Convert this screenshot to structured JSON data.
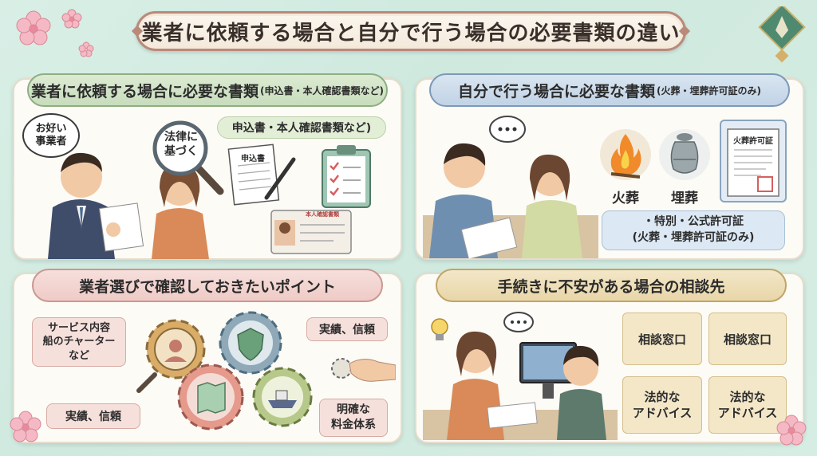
{
  "title": "業者に依頼する場合と自分で行う場合の必要書類の違い",
  "panel1": {
    "heading": "業者に依頼する場合に必要な書類",
    "heading_note": "(申込書・本人確認書類など)",
    "speech_dealer": "お好い\n事業者",
    "speech_law": "法律に\n基づく",
    "docs_label": "申込書・本人確認書類など)",
    "form_label": "申込書",
    "id_card_label": "本人確認書類"
  },
  "panel2": {
    "heading": "自分で行う場合に必要な書類",
    "heading_note": "(火葬・埋葬許可証のみ)",
    "cremation_label": "火葬",
    "burial_label": "埋葬",
    "permit_label": "火葬許可証",
    "note_line1": "・特別・公式許可証",
    "note_line2": "(火葬・埋葬許可証のみ)"
  },
  "panel3": {
    "heading": "業者選びで確認しておきたいポイント",
    "service_note": "サービス内容\n船のチャーター\nなど",
    "record_trust_top": "実績、信頼",
    "record_trust_bottom": "実績、信頼",
    "clear_pricing": "明確な\n料金体系"
  },
  "panel4": {
    "heading": "手続きに不安がある場合の相談先",
    "consult_a": "相談窓口",
    "consult_b": "相談窓口",
    "legal_a": "法的な\nアドバイス",
    "legal_b": "法的な\nアドバイス"
  },
  "colors": {
    "background": "#d6ede3",
    "panel1_head": "#c8ddbd",
    "panel2_head": "#c1d3e6",
    "panel3_head": "#efcbc6",
    "panel4_head": "#e8d6a8",
    "title_border": "#b98a7a"
  },
  "icons": [
    "sakura-icon",
    "logo-leaf-icon",
    "magnifier-icon",
    "pen-icon",
    "clipboard-icon",
    "id-card-icon",
    "fire-icon",
    "urn-icon",
    "certificate-icon",
    "gear-icon",
    "shield-icon",
    "map-icon",
    "ship-icon",
    "lightbulb-icon",
    "monitor-icon",
    "speech-bubble-icon"
  ]
}
